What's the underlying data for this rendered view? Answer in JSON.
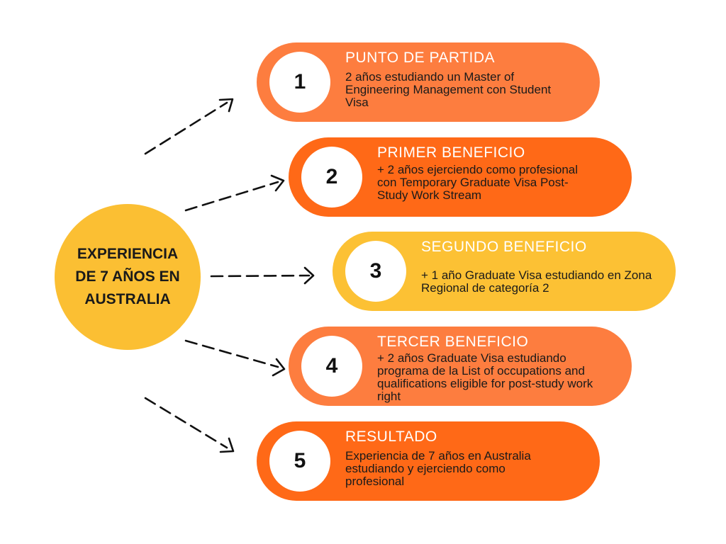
{
  "colors": {
    "light_orange": "#fd7d3f",
    "dark_orange": "#ff6917",
    "yellow": "#fcc134",
    "hub": "#fbbf33",
    "arrow": "#111111"
  },
  "hub": {
    "label": "EXPERIENCIA DE 7 AÑOS EN AUSTRALIA"
  },
  "steps": [
    {
      "number": "1",
      "title": "PUNTO DE PARTIDA",
      "description": "2 años estudiando un Master of Engineering Management con Student Visa",
      "color": "#fd7d3f"
    },
    {
      "number": "2",
      "title": "PRIMER BENEFICIO",
      "description": "+ 2 años ejerciendo como profesional con Temporary Graduate Visa Post-Study Work Stream",
      "color": "#ff6917"
    },
    {
      "number": "3",
      "title": "SEGUNDO BENEFICIO",
      "description": "+ 1 año Graduate Visa estudiando en Zona Regional de categoría 2",
      "color": "#fcc134"
    },
    {
      "number": "4",
      "title": "TERCER BENEFICIO",
      "description": "+ 2 años Graduate Visa estudiando programa de la List of occupations and qualifications eligible for post-study work right",
      "color": "#fd7d3f"
    },
    {
      "number": "5",
      "title": "RESULTADO",
      "description": "Experiencia de 7 años en Australia estudiando y ejerciendo como profesional",
      "color": "#ff6917"
    }
  ]
}
